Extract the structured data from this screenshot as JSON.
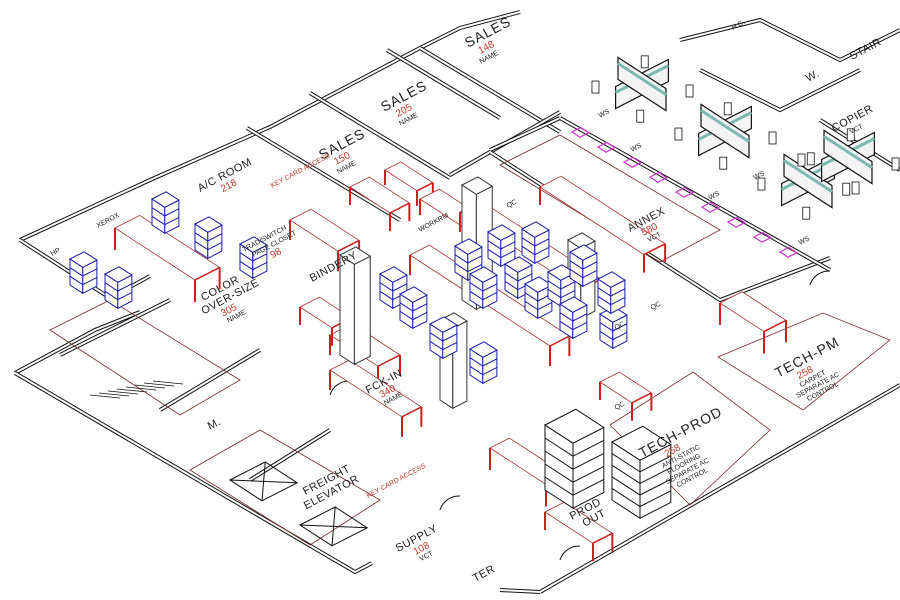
{
  "drawing": {
    "title": "Isometric office floor plan",
    "colors": {
      "walls": "#111111",
      "tables": "#cc1f1f",
      "equipment": "#1a1aa8",
      "cubicle_glass": "#7fb8b0",
      "floor_grid": "#cc33cc",
      "labels": "#222222",
      "room_numbers": "#c0392b"
    }
  },
  "rooms": {
    "sales_a": {
      "name": "SALES",
      "number": "148",
      "sub": "NAME"
    },
    "sales_b": {
      "name": "SALES",
      "number": "205",
      "sub": "NAME"
    },
    "sales_c": {
      "name": "SALES",
      "number": "150",
      "sub": "NAME"
    },
    "ac_room": {
      "name": "A/C ROOM",
      "number": "218"
    },
    "key_card": {
      "name": "KEY CARD ACCESS"
    },
    "phone_closet": {
      "name": "TRAD/SWITCH",
      "sub": "PAGE CLOSET",
      "number": "98"
    },
    "color": {
      "name": "COLOR",
      "sub": "OVER-SIZE",
      "number": "305",
      "extra": "NAME"
    },
    "bindery": {
      "name": "BINDERY"
    },
    "xerox": {
      "name": "XEROX"
    },
    "hp": {
      "name": "HP"
    },
    "annex": {
      "name": "ANNEX",
      "number": "580",
      "sub": "VCT"
    },
    "tech_pm": {
      "name": "TECH-PM",
      "number": "258",
      "l1": "CARPET",
      "l2": "SEPARATE AC",
      "l3": "CONTROL"
    },
    "tech_prod": {
      "name": "TECH-PROD",
      "number": "258",
      "l1": "ANTI-STATIC",
      "l2": "FLOORING",
      "l3": "SEPARATE AC",
      "l4": "CONTROL"
    },
    "freight": {
      "name": "FREIGHT",
      "sub": "ELEVATOR"
    },
    "key_card_2": {
      "name": "KEY CARD ACCESS"
    },
    "supply": {
      "name": "SUPPLY",
      "number": "108",
      "sub": "VCT"
    },
    "check_in": {
      "name": "FCK-IN",
      "number": "340",
      "sub": "NAME"
    },
    "mens": {
      "name": "M."
    },
    "womens": {
      "name": "W."
    },
    "hc": {
      "name": "H.C."
    },
    "stair": {
      "name": "STAIR"
    },
    "copier": {
      "name": "COPIER",
      "sub": "VCT"
    },
    "prod_out": {
      "name": "PROD",
      "sub": "OUT"
    },
    "qc": {
      "name": "QC"
    },
    "ter": {
      "name": "TER"
    },
    "ws": {
      "name": "WS"
    },
    "workroom": {
      "name": "WORKRM"
    }
  }
}
